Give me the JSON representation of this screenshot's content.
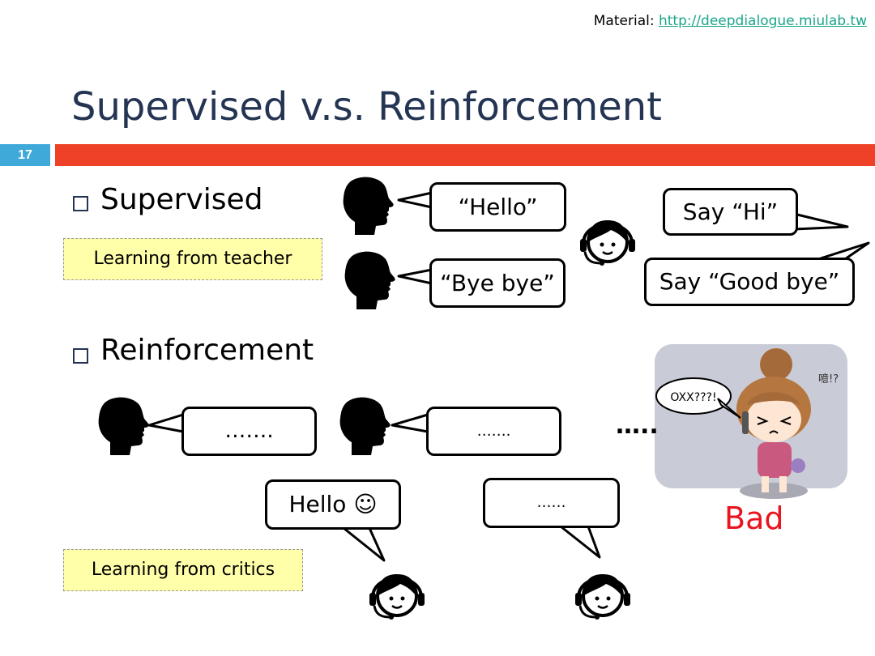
{
  "header": {
    "material_label": "Material:",
    "material_link": "http://deepdialogue.miulab.tw"
  },
  "slide": {
    "title": "Supervised v.s. Reinforcement",
    "number": "17"
  },
  "supervised": {
    "heading": "Supervised",
    "note": "Learning from teacher",
    "speaker_lines": [
      "“Hello”",
      "“Bye bye”"
    ],
    "teacher_lines": [
      "Say “Hi”",
      "Say “Good bye”"
    ]
  },
  "reinforcement": {
    "heading": "Reinforcement",
    "note": "Learning from critics",
    "speaker_lines": [
      "…….",
      "……."
    ],
    "agent_lines": [
      "Hello ☺",
      "……"
    ],
    "continuation": "…..",
    "cartoon_text": "OXX???!",
    "cartoon_side_text": "噫!?",
    "feedback": "Bad"
  },
  "colors": {
    "title": "#243453",
    "slide_number_bg": "#3fa9d9",
    "accent_bar": "#ee4127",
    "note_bg": "#ffffaa",
    "feedback": "#e8141e"
  }
}
